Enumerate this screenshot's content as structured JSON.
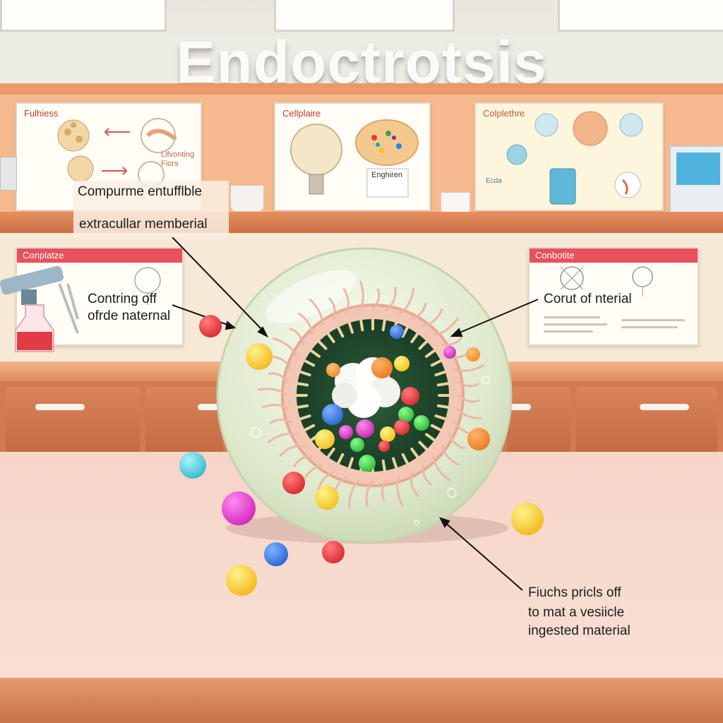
{
  "title": "Endoctrotsis",
  "posters": {
    "top_left": {
      "heading": "Fulhiess",
      "note": "Lifvonting Fiors"
    },
    "top_center": {
      "heading": "Cellplaire",
      "card": "Enghiren"
    },
    "top_right": {
      "heading": "Colplethre",
      "caption": "Ecda"
    },
    "mid_left": {
      "heading": "Conplatze"
    },
    "mid_right": {
      "heading": "Conbotite"
    }
  },
  "labels": {
    "top_line1": "Compurme entufflble",
    "top_line2": "extracullar memberial",
    "left_line1": "Contring off",
    "left_line2": "ofrde naternal",
    "right": "Corut of nterial",
    "bottom_line1": "Fiuchs pricls off",
    "bottom_line2": "to mat a vesiicle",
    "bottom_line3": "ingested material"
  },
  "colors": {
    "wall": "#f6b98d",
    "cell_membrane": "#dfe9cc",
    "cell_interior": "#1f4a2c",
    "bead_red": "#e0202a",
    "bead_yellow": "#f5c400",
    "bead_blue": "#1f6ee8",
    "bead_magenta": "#d61fc0",
    "bead_cyan": "#3fc3d0",
    "bead_orange": "#f0781e",
    "bead_green": "#2ac43c"
  }
}
